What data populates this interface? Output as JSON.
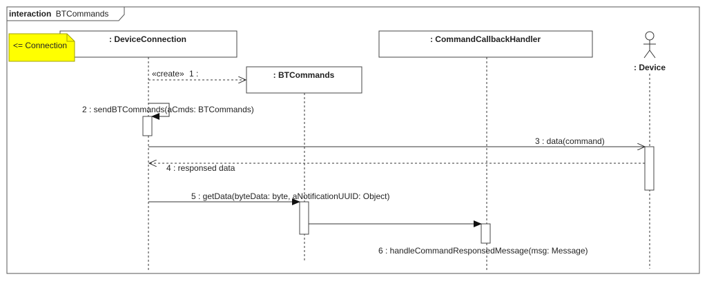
{
  "frame": {
    "keyword": "interaction",
    "name": "BTCommands"
  },
  "note": {
    "text": "<= Connection"
  },
  "lifelines": {
    "device_connection": ": DeviceConnection",
    "command_callback_handler": ": CommandCallbackHandler",
    "bt_commands": ": BTCommands",
    "device": ": Device"
  },
  "messages": {
    "m1_stereotype": "«create»",
    "m1_label": "1 :",
    "m2": "2 : sendBTCommands(aCmds: BTCommands)",
    "m3": "3 : data(command)",
    "m4": "4 : responsed data",
    "m5": "5 : getData(byteData: byte, aNotificationUUID: Object)",
    "m6": "6 : handleCommandResponsedMessage(msg: Message)"
  },
  "colors": {
    "note_fill": "#ffff00",
    "note_border": "#a0a000",
    "line": "#333333"
  }
}
